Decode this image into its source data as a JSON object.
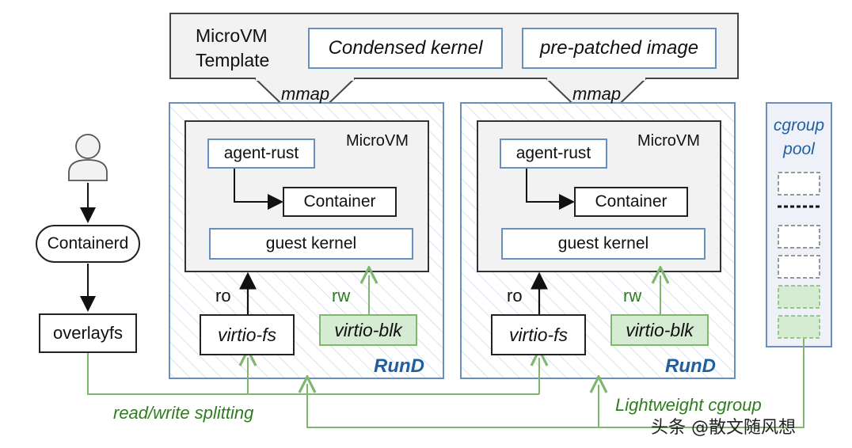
{
  "template": {
    "title_line1": "MicroVM",
    "title_line2": "Template",
    "kernel": "Condensed kernel",
    "image": "pre-patched image"
  },
  "mmap_label": "mmap",
  "user_icon": "user-icon",
  "containerd": "Containerd",
  "overlayfs": "overlayfs",
  "rund_blocks": [
    {
      "microvm": "MicroVM",
      "agent": "agent-rust",
      "container": "Container",
      "guest_kernel": "guest kernel",
      "ro": "ro",
      "rw": "rw",
      "virtio_fs": "virtio-fs",
      "virtio_blk": "virtio-blk",
      "name": "RunD"
    },
    {
      "microvm": "MicroVM",
      "agent": "agent-rust",
      "container": "Container",
      "guest_kernel": "guest kernel",
      "ro": "ro",
      "rw": "rw",
      "virtio_fs": "virtio-fs",
      "virtio_blk": "virtio-blk",
      "name": "RunD"
    }
  ],
  "cgroup_pool": {
    "line1": "cgroup",
    "line2": "pool"
  },
  "rw_splitting": "read/write splitting",
  "lightweight_cgroup": "Lightweight cgroup",
  "watermark": "头条 @散文随风想",
  "colors": {
    "green": "#2e7d1e",
    "blue_label": "#1f5f9f",
    "hatch_border": "#6a8fbd",
    "green_fill": "#d6ecd2"
  }
}
